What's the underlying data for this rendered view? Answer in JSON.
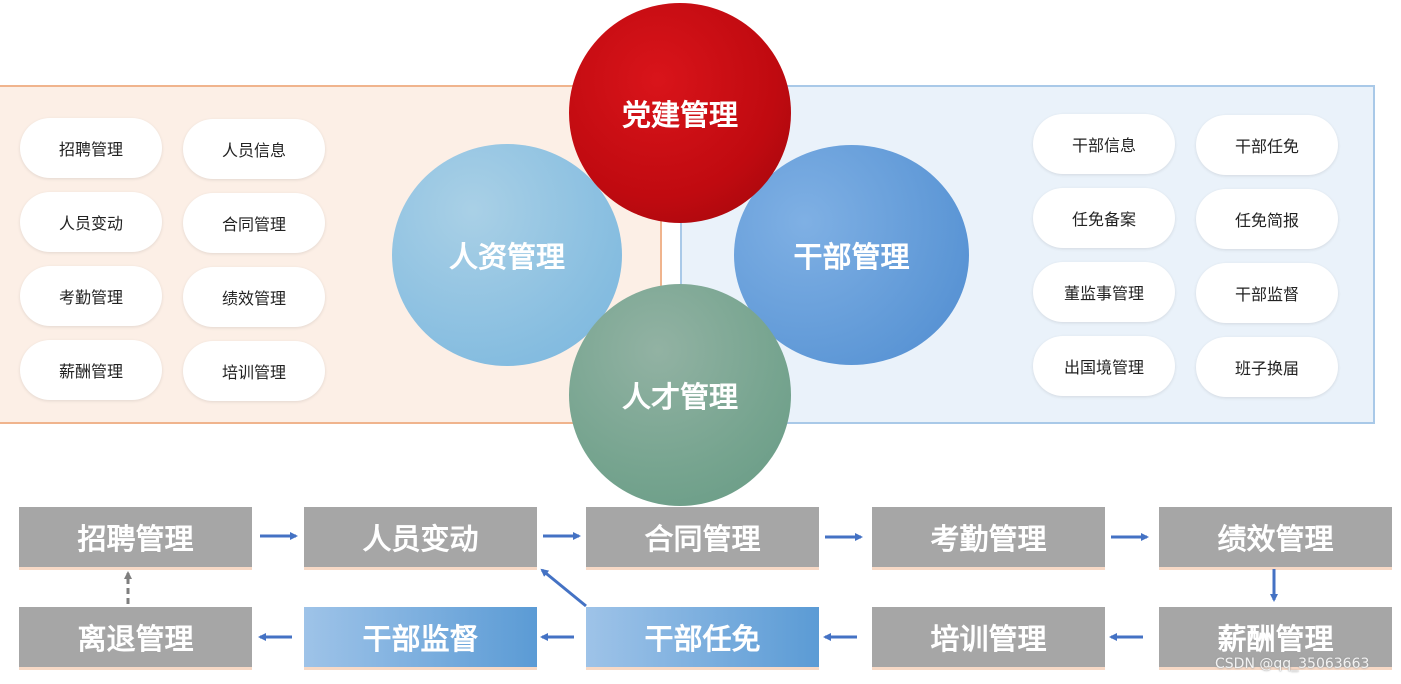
{
  "circles": {
    "party": "党建管理",
    "hr": "人资管理",
    "cadre": "干部管理",
    "talent": "人才管理"
  },
  "hr_pills": [
    "招聘管理",
    "人员信息",
    "人员变动",
    "合同管理",
    "考勤管理",
    "绩效管理",
    "薪酬管理",
    "培训管理"
  ],
  "cadre_pills": [
    "干部信息",
    "干部任免",
    "任免备案",
    "任免简报",
    "董监事管理",
    "干部监督",
    "出国境管理",
    "班子换届"
  ],
  "flow": {
    "row1": [
      "招聘管理",
      "人员变动",
      "合同管理",
      "考勤管理",
      "绩效管理"
    ],
    "row2": [
      "离退管理",
      "干部监督",
      "干部任免",
      "培训管理",
      "薪酬管理"
    ]
  },
  "colors": {
    "party": "#c00a10",
    "hr": "#86bde0",
    "cadre": "#5d97d6",
    "talent": "#76a48f",
    "flow_gray": "#a6a6a6",
    "flow_blue": "#5b9bd5",
    "arrow": "#4472c4"
  },
  "watermark": "CSDN @qq_35063663"
}
